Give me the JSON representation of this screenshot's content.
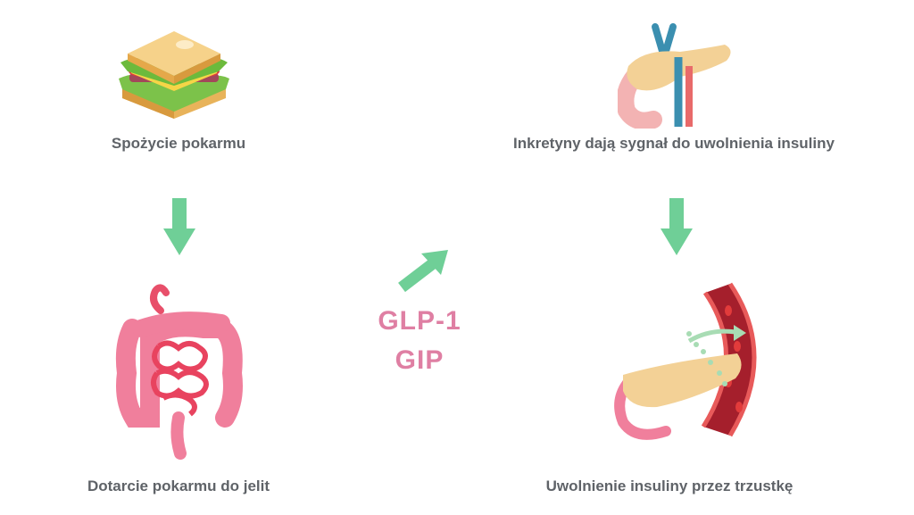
{
  "steps": {
    "eating": "Spożycie pokarmu",
    "intestines": "Dotarcie pokarmu do jelit",
    "incretins": "Inkretyny dają sygnał do uwolnienia insuliny",
    "insulin": "Uwolnienie insuliny przez trzustkę"
  },
  "hormones": [
    "GLP-1",
    "GIP"
  ],
  "colors": {
    "text": "#5f6368",
    "hormone_text": "#df7fa3",
    "arrow": "#6fcf97"
  },
  "icons": [
    "sandwich-icon",
    "intestines-icon",
    "pancreas-icon",
    "pancreas-blood-vessel-icon"
  ]
}
